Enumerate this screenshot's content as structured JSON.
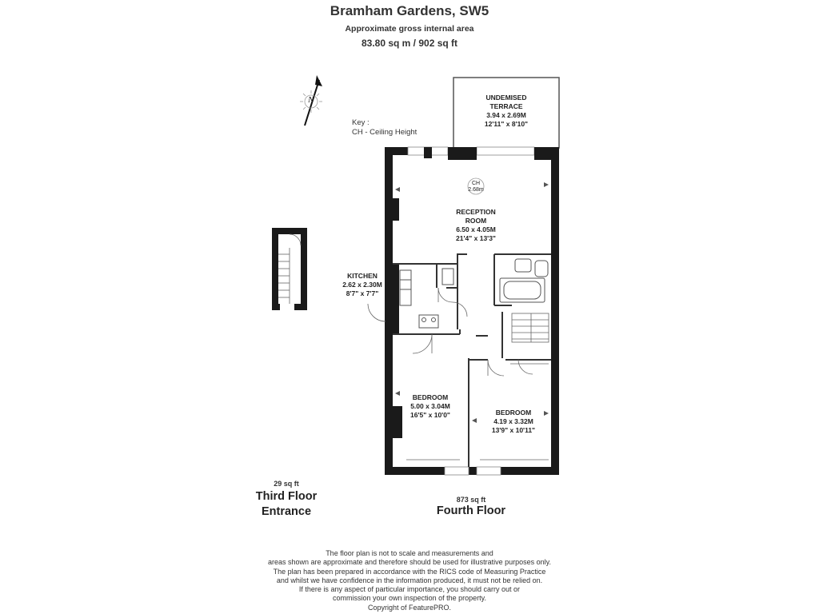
{
  "header": {
    "title": "Bramham Gardens, SW5",
    "subtitle": "Approximate gross internal area",
    "total_area": "83.80 sq m /  902 sq ft"
  },
  "compass": {
    "label": "N"
  },
  "key": {
    "title": "Key :",
    "item": "CH - Ceiling Height"
  },
  "rooms": {
    "terrace": {
      "name": "UNDEMISED\nTERRACE",
      "metric": "3.94 x 2.69M",
      "imperial": "12'11\" x 8'10\""
    },
    "reception": {
      "name": "RECEPTION\nROOM",
      "metric": "6.50 x 4.05M",
      "imperial": "21'4\" x 13'3\""
    },
    "kitchen": {
      "name": "KITCHEN",
      "metric": "2.62 x 2.30M",
      "imperial": "8'7\" x 7'7\""
    },
    "bedroom1": {
      "name": "BEDROOM",
      "metric": "5.00 x 3.04M",
      "imperial": "16'5\" x 10'0\""
    },
    "bedroom2": {
      "name": "BEDROOM",
      "metric": "4.19 x 3.32M",
      "imperial": "13'9\" x 10'11\""
    }
  },
  "ceiling": {
    "label": "CH",
    "value": "2.68m"
  },
  "floors": {
    "third": {
      "sqft": "29 sq ft",
      "name": "Third Floor\nEntrance"
    },
    "fourth": {
      "sqft": "873 sq ft",
      "name": "Fourth Floor"
    }
  },
  "disclaimer": [
    "The floor plan is not to scale and measurements and",
    "areas shown are approximate and therefore should be used for illustrative purposes only.",
    "The plan has been prepared in accordance with the RICS code of Measuring Practice",
    "and whilst we have confidence in the information produced, it must not be relied on.",
    "If there is any aspect of particular importance, you should carry out or",
    "commission your own inspection of the property.",
    "Copyright of FeaturePRO."
  ]
}
